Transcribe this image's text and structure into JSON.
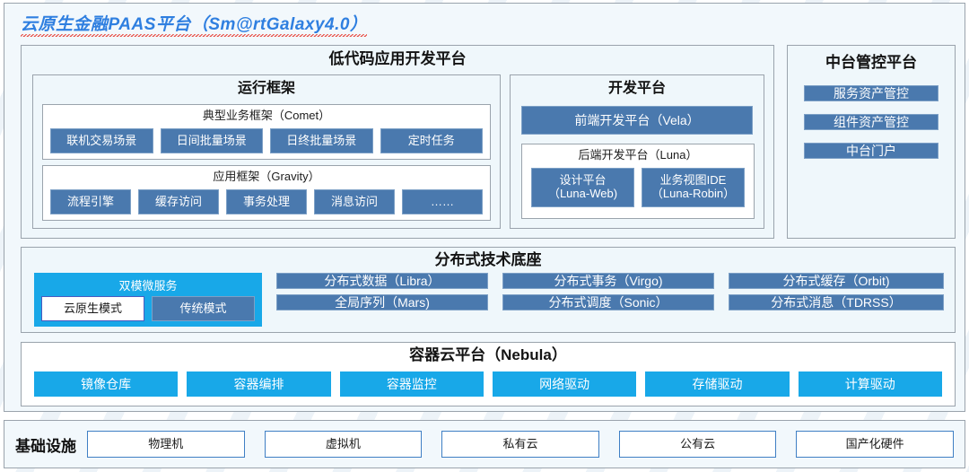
{
  "title": "云原生金融PAAS平台（Sm@rtGalaxy4.0）",
  "lowcode": {
    "title": "低代码应用开发平台",
    "runtime": {
      "title": "运行框架",
      "comet": {
        "title": "典型业务框架（Comet）",
        "items": [
          "联机交易场景",
          "日间批量场景",
          "日终批量场景",
          "定时任务"
        ]
      },
      "gravity": {
        "title": "应用框架（Gravity）",
        "items": [
          "流程引擎",
          "缓存访问",
          "事务处理",
          "消息访问",
          "……"
        ]
      }
    },
    "devplatform": {
      "title": "开发平台",
      "frontend": "前端开发平台（Vela）",
      "backend": {
        "title": "后端开发平台（Luna）",
        "items": [
          "设计平台\n（Luna-Web)",
          "业务视图IDE\n（Luna-Robin）"
        ]
      }
    }
  },
  "midoffice": {
    "title": "中台管控平台",
    "items": [
      "服务资产管控",
      "组件资产管控",
      "中台门户"
    ]
  },
  "distributed": {
    "title": "分布式技术底座",
    "dualmode": {
      "label": "双模微服务",
      "items": [
        "云原生模式",
        "传统模式"
      ]
    },
    "col1": [
      "分布式数据（Libra）",
      "全局序列（Mars)"
    ],
    "col2": [
      "分布式事务（Virgo)",
      "分布式调度（Sonic）"
    ],
    "col3": [
      "分布式缓存（Orbit)",
      "分布式消息（TDRSS）"
    ]
  },
  "container": {
    "title": "容器云平台（Nebula）",
    "items": [
      "镜像仓库",
      "容器编排",
      "容器监控",
      "网络驱动",
      "存储驱动",
      "计算驱动"
    ]
  },
  "infrastructure": {
    "label": "基础设施",
    "items": [
      "物理机",
      "虚拟机",
      "私有云",
      "公有云",
      "国产化硬件"
    ]
  },
  "colors": {
    "steel_blue": "#4a79ae",
    "cyan": "#18a8e8",
    "title_blue": "#2f7fe0",
    "spellcheck_red": "#e8453c",
    "panel_bg": "#eff7fb",
    "border_gray": "#9aa3ac"
  }
}
